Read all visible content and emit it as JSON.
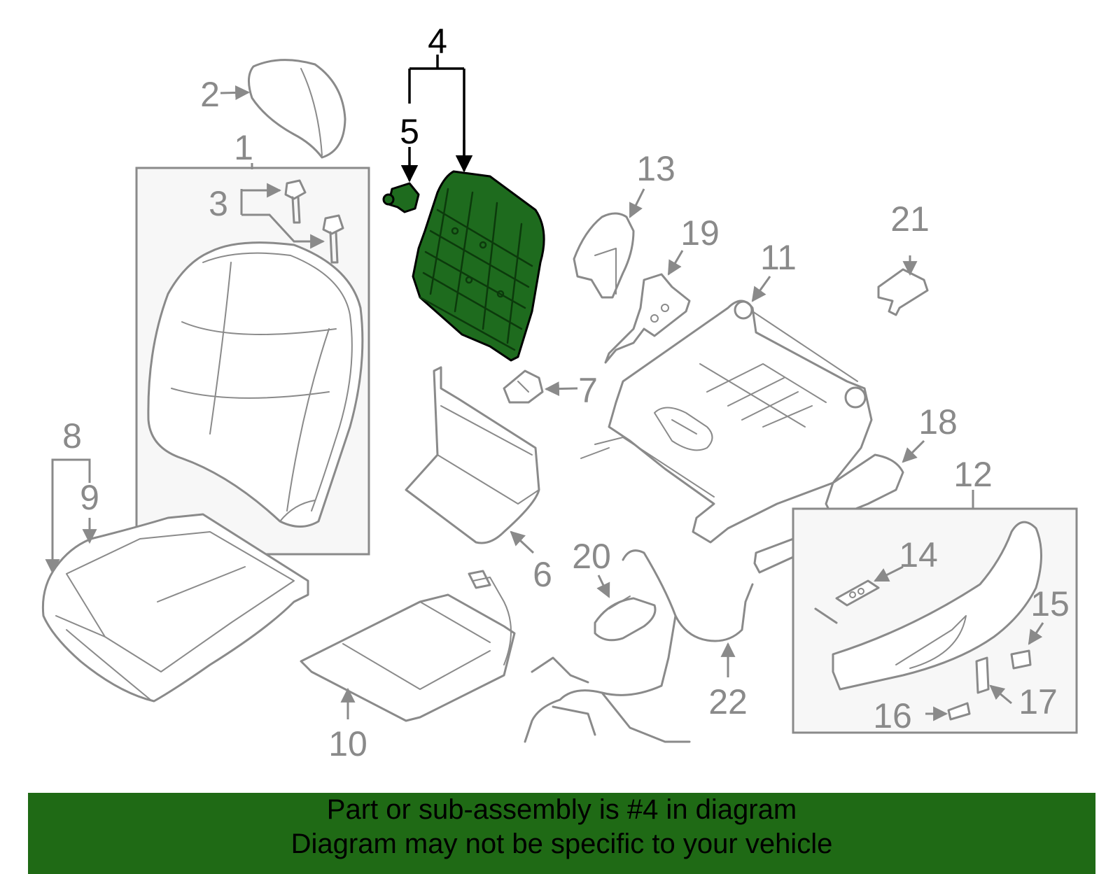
{
  "diagram": {
    "callouts": [
      "1",
      "2",
      "3",
      "4",
      "5",
      "6",
      "7",
      "8",
      "9",
      "10",
      "11",
      "12",
      "13",
      "14",
      "15",
      "16",
      "17",
      "18",
      "19",
      "20",
      "21",
      "22"
    ],
    "highlighted_part": "4",
    "highlight_color": "#1e6b1e",
    "line_color": "#8a8a8a"
  },
  "banner": {
    "line1": "Part or sub-assembly is #4 in diagram",
    "line2": "Diagram may not be specific to your vehicle",
    "background": "#1f6a15"
  }
}
